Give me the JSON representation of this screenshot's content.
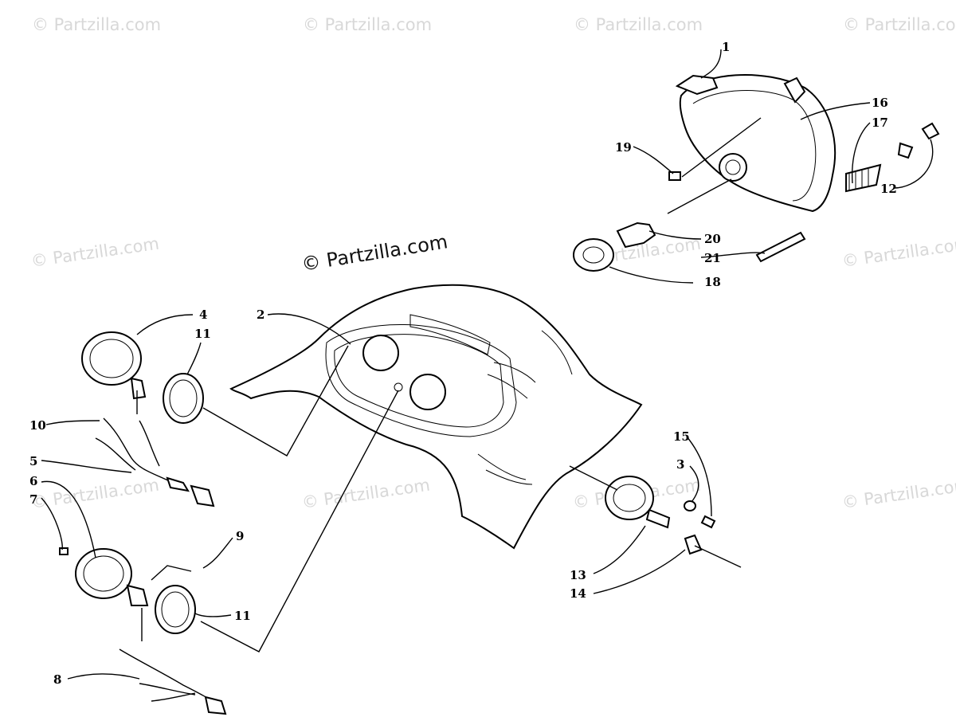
{
  "watermarks": {
    "main": "© Partzilla.com",
    "faint": "© Partzilla.com"
  },
  "callouts": {
    "c1": "1",
    "c2": "2",
    "c3": "3",
    "c4": "4",
    "c5": "5",
    "c6": "6",
    "c7": "7",
    "c8": "8",
    "c9": "9",
    "c10": "10",
    "c11a": "11",
    "c11b": "11",
    "c12": "12",
    "c13": "13",
    "c14": "14",
    "c15": "15",
    "c16": "16",
    "c17": "17",
    "c18": "18",
    "c19": "19",
    "c20": "20",
    "c21": "21"
  }
}
